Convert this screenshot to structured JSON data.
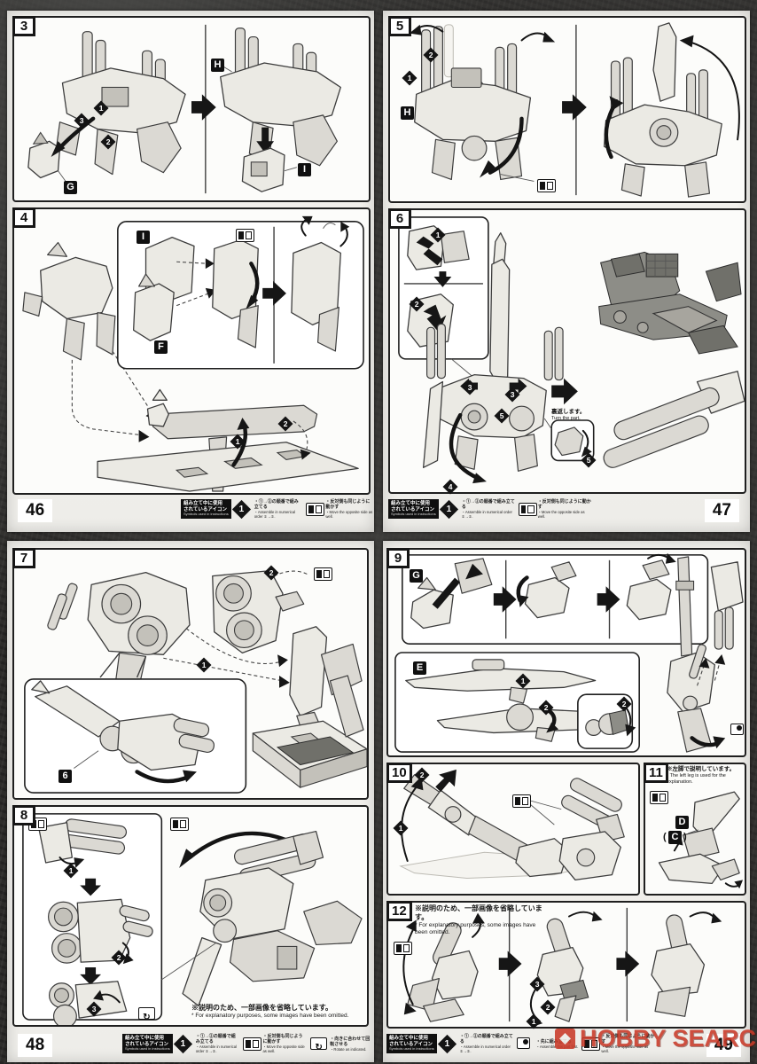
{
  "document": {
    "kind": "plastic-model-assembly-instructions-scan",
    "watermark_text": "HOBBY SEARCH",
    "watermark_color": "#c93a28"
  },
  "icons": {
    "rotate_glyph": "↻"
  },
  "legend": {
    "header_jp_line1": "組み立て中に使用",
    "header_jp_line2": "されているアイコン",
    "header_en": "Symbols used in instructions",
    "order_icon": "1",
    "order_jp": "・①→②の順番で組み立てる",
    "order_en": "・Assemble in numerical order ①→②.",
    "mirror_jp": "・反対側も同じように動かす",
    "mirror_en": "・Move the opposite side as well.",
    "rotate_jp": "・向きに合わせて回転させる",
    "rotate_en": "・Rotate as indicated.",
    "first_jp": "・先に組み立てる",
    "first_en": "・Assemble this part first."
  },
  "notes": {
    "turn_jp": "裏返します。",
    "turn_en": "Turn the part.",
    "omitted_jp": "※説明のため、一部画像を省略しています。",
    "omitted_en": "* For explanatory purposes, some images have been omitted.",
    "left_leg_jp": "※左脚で説明しています。",
    "left_leg_en": "* The left leg is used for the explanation."
  },
  "pages": {
    "p46": {
      "number": "46"
    },
    "p47": {
      "number": "47"
    },
    "p48": {
      "number": "48"
    },
    "p49": {
      "number": "49"
    }
  },
  "steps": {
    "s3": "3",
    "s4": "4",
    "s5": "5",
    "s6": "6",
    "s7": "7",
    "s8": "8",
    "s9": "9",
    "s10": "10",
    "s11": "11",
    "s12": "12"
  },
  "callouts": {
    "g": "G",
    "h": "H",
    "i": "I",
    "f": "F",
    "e": "E",
    "d": "D",
    "c": "C",
    "step6_ref": "6",
    "paren_l": "(",
    "paren_r": ")"
  },
  "markers": {
    "m1": "1",
    "m2": "2",
    "m3": "3",
    "m4": "4",
    "m5": "5"
  }
}
